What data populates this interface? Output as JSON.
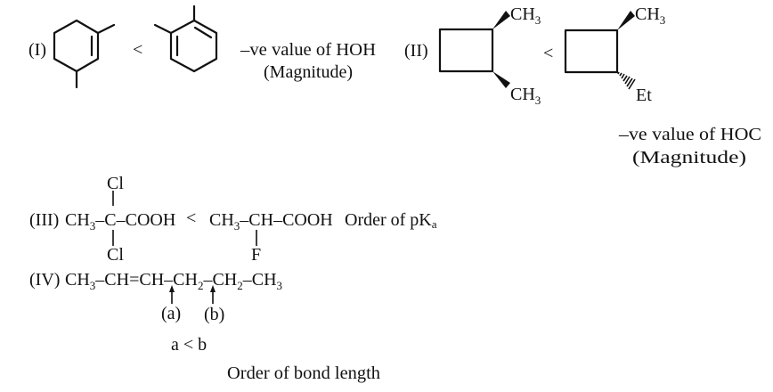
{
  "colors": {
    "ink": "#111111",
    "background": "#ffffff"
  },
  "part1": {
    "label": "(I)",
    "relation": "<",
    "note_line1": "–ve value of HOH",
    "note_line2": "(Magnitude)"
  },
  "part2": {
    "label": "(II)",
    "relation": "<",
    "left_top_sub": {
      "main": "CH",
      "sub": "3"
    },
    "left_bottom_sub": {
      "main": "CH",
      "sub": "3"
    },
    "right_top_sub": {
      "main": "CH",
      "sub": "3"
    },
    "right_bottom_sub": "Et",
    "note_line1": "–ve value of HOC",
    "note_line2": "(Magnitude)"
  },
  "part3": {
    "label": "(III)",
    "left": {
      "ch": "CH",
      "sub": "3",
      "rest": "–C–COOH",
      "top": "Cl",
      "bottom": "Cl"
    },
    "relation": "<",
    "right": {
      "ch": "CH",
      "sub": "3",
      "rest": "–CH–COOH",
      "bottom": "F"
    },
    "note": {
      "main": "Order of pK",
      "sub": "a"
    }
  },
  "part4": {
    "label": "(IV)",
    "formula": [
      {
        "t": "CH",
        "s": "3"
      },
      {
        "t": "–CH=CH–CH",
        "s": "2"
      },
      {
        "t": "–CH",
        "s": "2"
      },
      {
        "t": "–CH",
        "s": "3"
      }
    ],
    "arrow_a": "(a)",
    "arrow_b": "(b)",
    "relation": "a < b",
    "note": "Order of bond length"
  }
}
